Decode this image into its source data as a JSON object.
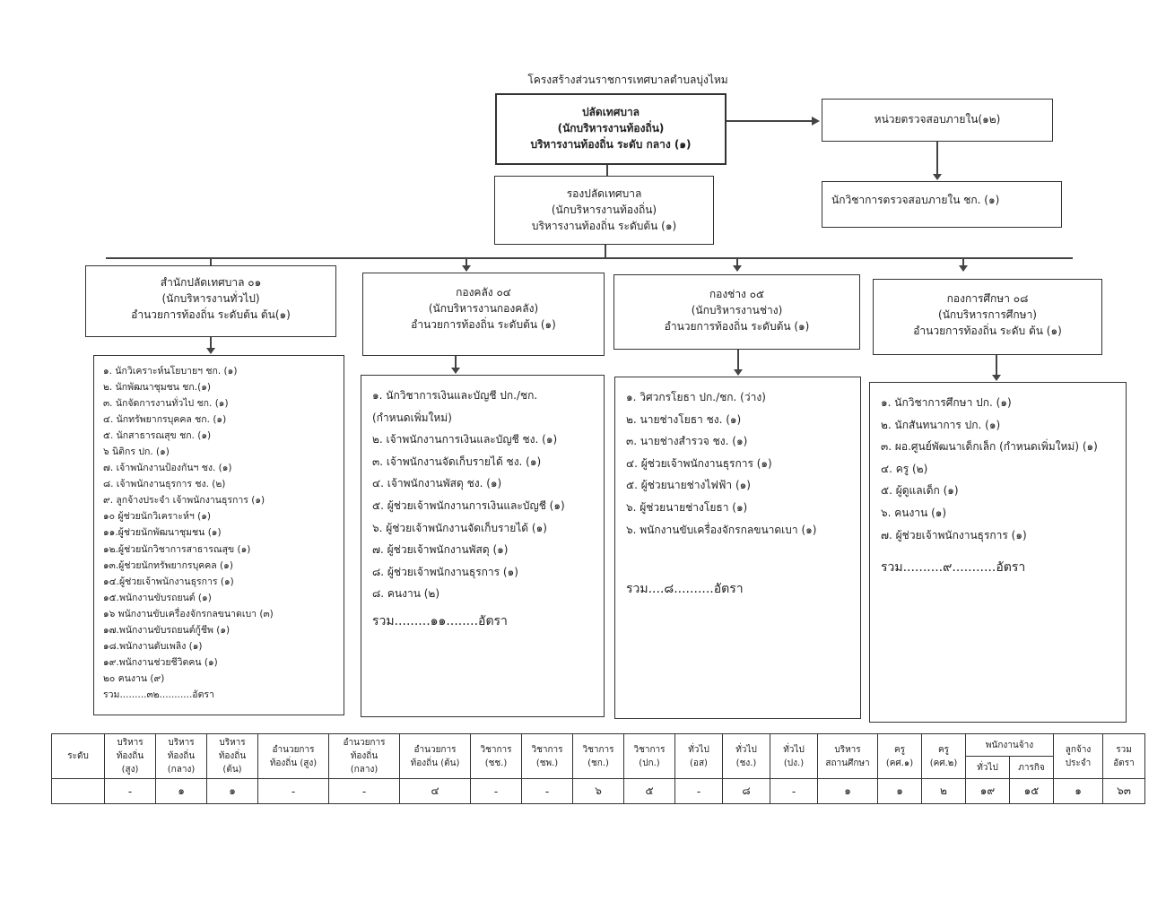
{
  "title": "โครงสร้างส่วนราชการเทศบาลตำบลบุ่งไหม",
  "top": {
    "line1": "ปลัดเทศบาล",
    "line2": "(นักบริหารงานท้องถิ่น)",
    "line3": "บริหารงานท้องถิ่น  ระดับ  กลาง (๑)"
  },
  "deputy": {
    "line1": "รองปลัดเทศบาล",
    "line2": "(นักบริหารงานท้องถิ่น)",
    "line3": "บริหารงานท้องถิ่น ระดับต้น (๑)"
  },
  "audit": {
    "unit": "หน่วยตรวจสอบภายใน(๑๒)",
    "staff": "นักวิชาการตรวจสอบภายใน ชก. (๑)"
  },
  "departments": [
    {
      "line1": "สำนักปลัดเทศบาล ๐๑",
      "line2": "(นักบริหารงานทั่วไป)",
      "line3": "อำนวยการท้องถิ่น ระดับต้น ต้น(๑)",
      "items": [
        "๑. นักวิเคราะห์นโยบายฯ ชก. (๑)",
        "๒. นักพัฒนาชุมชน ชก.(๑)",
        "๓. นักจัดการงานทั่วไป ชก. (๑)",
        "๔. นักทรัพยากรบุคคล ชก. (๑)",
        "๕. นักสาธารณสุข ชก. (๑)",
        "๖ นิติกร ปก. (๑)",
        "๗. เจ้าพนักงานป้องกันฯ ชง. (๑)",
        "๘. เจ้าพนักงานธุรการ ชง. (๒)",
        "๙. ลูกจ้างประจำ เจ้าพนักงานธุรการ (๑)",
        "๑๐ ผู้ช่วยนักวิเคราะห์ฯ (๑)",
        "๑๑.ผู้ช่วยนักพัฒนาชุมชน (๑)",
        "๑๒.ผู้ช่วยนักวิชาการสาธารณสุข (๑)",
        "๑๓.ผู้ช่วยนักทรัพยากรบุคคล (๑)",
        "๑๔.ผู้ช่วยเจ้าพนักงานธุรการ (๑)",
        "๑๕.พนักงานขับรถยนต์ (๑)",
        "๑๖ พนักงานขับเครื่องจักรกลขนาดเบา (๓)",
        "๑๗.พนักงานขับรถยนต์กู้ชีพ (๑)",
        "๑๘.พนักงานดับเพลิง (๑)",
        "๑๙.พนักงานช่วยชีวิตคน (๑)",
        "๒๐ คนงาน (๙)"
      ],
      "total": "รวม.........๓๒...........อัตรา"
    },
    {
      "line1": "กองคลัง ๐๔",
      "line2": "(นักบริหารงานกองคลัง)",
      "line3": "อำนวยการท้องถิ่น ระดับต้น (๑)",
      "items": [
        "๑.  นักวิชาการเงินและบัญชี ปก./ชก.",
        "(กำหนดเพิ่มใหม่)",
        "๒.  เจ้าพนักงานการเงินและบัญชี ชง. (๑)",
        "๓.  เจ้าพนักงานจัดเก็บรายได้ ชง. (๑)",
        "๔.  เจ้าพนักงานพัสดุ ชง. (๑)",
        "๕. ผู้ช่วยเจ้าพนักงานการเงินและบัญชี (๑)",
        "๖. ผู้ช่วยเจ้าพนักงานจัดเก็บรายได้ (๑)",
        "๗. ผู้ช่วยเจ้าพนักงานพัสดุ (๑)",
        "๘. ผู้ช่วยเจ้าพนักงานธุรการ (๑)",
        "๘. คนงาน (๒)"
      ],
      "total": "รวม.........๑๑........อัตรา"
    },
    {
      "line1": "กองช่าง ๐๕",
      "line2": "(นักบริหารงานช่าง)",
      "line3": "อำนวยการท้องถิ่น ระดับต้น (๑)",
      "items": [
        "๑.  วิศวกรโยธา ปก./ชก. (ว่าง)",
        "๒.  นายช่างโยธา ชง. (๑)",
        "๓.  นายช่างสำรวจ ชง. (๑)",
        "๔. ผู้ช่วยเจ้าพนักงานธุรการ (๑)",
        "๕. ผู้ช่วยนายช่างไฟฟ้า (๑)",
        "๖. ผู้ช่วยนายช่างโยธา (๑)",
        "๖. พนักงานขับเครื่องจักรกลขนาดเบา (๑)"
      ],
      "total": "รวม....๘..........อัตรา"
    },
    {
      "line1": "กองการศึกษา ๐๘",
      "line2": "(นักบริหารการศึกษา)",
      "line3": "อำนวยการท้องถิ่น ระดับ ต้น (๑)",
      "items": [
        "๑.  นักวิชาการศึกษา ปก. (๑)",
        "๒.  นักสันทนาการ ปก. (๑)",
        "๓.  ผอ.ศูนย์พัฒนาเด็กเล็ก (กำหนดเพิ่มใหม่) (๑)",
        "๔.  ครู (๒)",
        "๕.  ผู้ดูแลเด็ก (๑)",
        "๖.  คนงาน (๑)",
        "๗.  ผู้ช่วยเจ้าพนักงานธุรการ (๑)"
      ],
      "total": "รวม..........๙...........อัตรา"
    }
  ],
  "summary_table": {
    "row_label": "ระดับ",
    "headers": [
      [
        "บริหาร",
        "ท้องถิ่น",
        "(สูง)"
      ],
      [
        "บริหาร",
        "ท้องถิ่น",
        "(กลาง)"
      ],
      [
        "บริหาร",
        "ท้องถิ่น",
        "(ต้น)"
      ],
      [
        "อำนวยการ",
        "ท้องถิ่น (สูง)",
        ""
      ],
      [
        "อำนวยการ",
        "ท้องถิ่น",
        "(กลาง)"
      ],
      [
        "อำนวยการ",
        "ท้องถิ่น (ต้น)",
        ""
      ],
      [
        "วิชาการ",
        "(ชช.)",
        ""
      ],
      [
        "วิชาการ",
        "(ชพ.)",
        ""
      ],
      [
        "วิชาการ",
        "(ชก.)",
        ""
      ],
      [
        "วิชาการ",
        "(ปก.)",
        ""
      ],
      [
        "ทั่วไป",
        "(อส)",
        ""
      ],
      [
        "ทั่วไป",
        "(ชง.)",
        ""
      ],
      [
        "ทั่วไป",
        "(ปง.)",
        ""
      ],
      [
        "บริหาร",
        "สถานศึกษา",
        ""
      ],
      [
        "ครู",
        "(คศ.๑)",
        ""
      ],
      [
        "ครู",
        "(คศ.๒)",
        ""
      ]
    ],
    "employee_group": "พนักงานจ้าง",
    "employee_sub": [
      "ทั่วไป",
      "ภารกิจ"
    ],
    "permanent": [
      "ลูกจ้าง",
      "ประจำ"
    ],
    "total_header": [
      "รวม",
      "อัตรา"
    ],
    "values": [
      "-",
      "๑",
      "๑",
      "-",
      "-",
      "๔",
      "-",
      "-",
      "๖",
      "๕",
      "-",
      "๘",
      "-",
      "๑",
      "๑",
      "๒",
      "๑๙",
      "๑๕",
      "๑",
      "๖๓"
    ]
  }
}
